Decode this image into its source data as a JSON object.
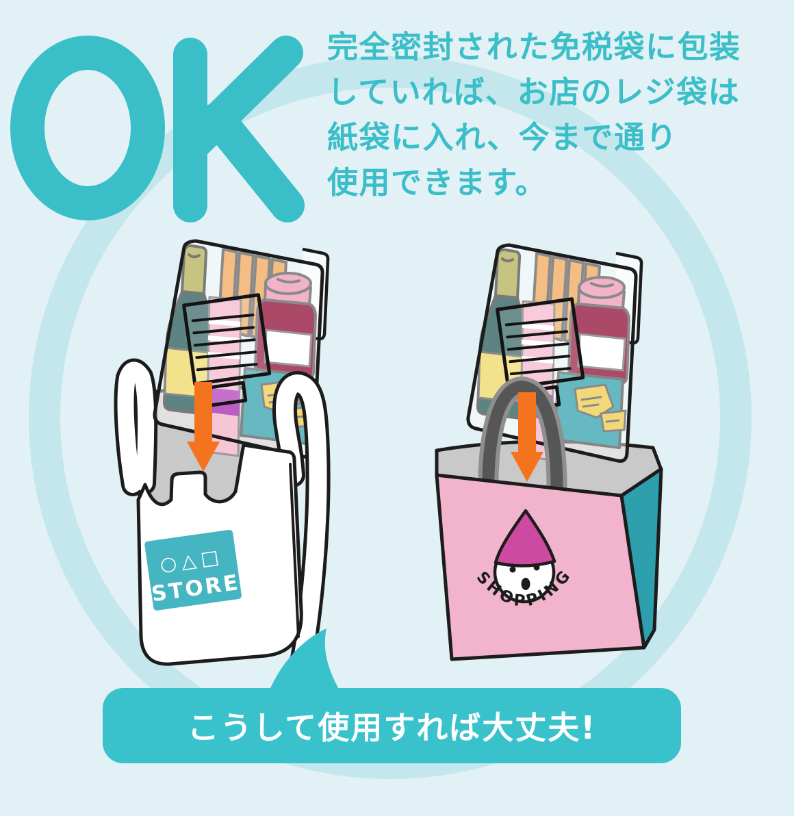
{
  "page": {
    "background_color": "#e2f1f5",
    "ring_color": "#c3e7ec"
  },
  "header": {
    "ok_label": "OK",
    "accent_color": "#3abec8",
    "description_lines": [
      "完全密封された免税袋に包装",
      "していれば、お店のレジ袋は",
      "紙袋に入れ、今まで通り",
      "使用できます。"
    ]
  },
  "illustration_left": {
    "name": "sealed duty-free pouch placed into plastic shopping bag",
    "logo_symbols": "○△□",
    "logo_text": "STORE",
    "logo_bg_color": "#46b5c2",
    "bag_color": "#ffffff"
  },
  "illustration_right": {
    "name": "sealed duty-free pouch placed into paper shopping bag",
    "logo_text": "SHOPPING",
    "bag_color": "#f2b3cd",
    "bag_side_color": "#2d9fad",
    "hat_color": "#cd4aa0"
  },
  "arrow": {
    "color": "#f4731f",
    "icon": "down-arrow"
  },
  "banner": {
    "text": "こうして使用すれば大丈夫!",
    "background": "#39c2cc",
    "text_color": "#ffffff"
  },
  "icons": {
    "down_arrow": "▼",
    "circle_symbol": "○",
    "triangle_symbol": "△",
    "square_symbol": "□"
  }
}
